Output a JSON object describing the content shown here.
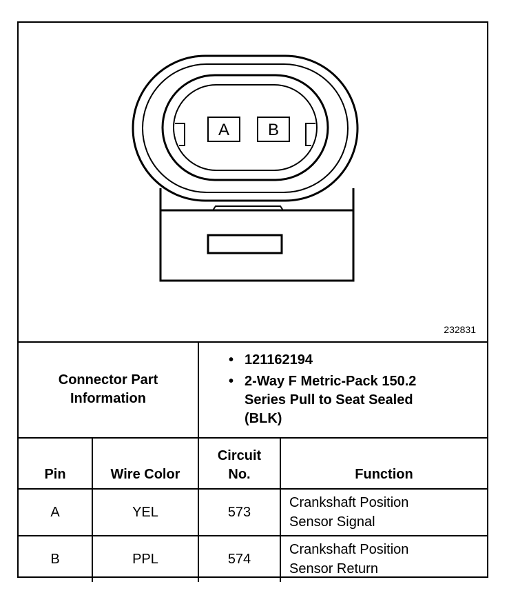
{
  "figure": {
    "id": "232831",
    "pin_labels": [
      "A",
      "B"
    ]
  },
  "connector_info": {
    "label": "Connector Part Information",
    "items": [
      "121162194",
      "2-Way F Metric-Pack 150.2 Series Pull to Seat Sealed (BLK)"
    ]
  },
  "table": {
    "headers": {
      "pin": "Pin",
      "wire_color": "Wire Color",
      "circuit": "Circuit No.",
      "function": "Function"
    },
    "rows": [
      {
        "pin": "A",
        "wire_color": "YEL",
        "circuit": "573",
        "function": "Crankshaft Position Sensor Signal"
      },
      {
        "pin": "B",
        "wire_color": "PPL",
        "circuit": "574",
        "function": "Crankshaft Position Sensor Return"
      }
    ]
  }
}
